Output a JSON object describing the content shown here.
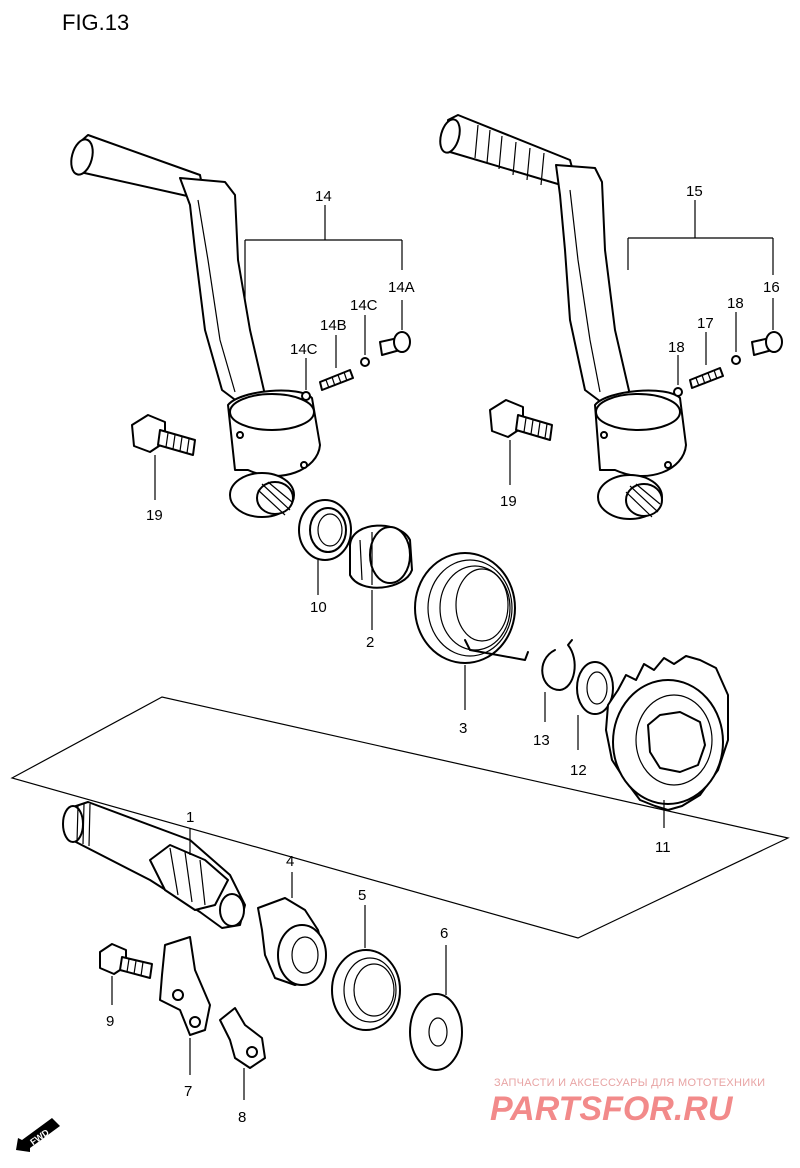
{
  "figure": {
    "title": "FIG.13"
  },
  "callouts": [
    {
      "id": "lbl-14",
      "text": "14"
    },
    {
      "id": "lbl-14A",
      "text": "14A"
    },
    {
      "id": "lbl-14B",
      "text": "14B"
    },
    {
      "id": "lbl-14C-right",
      "text": "14C"
    },
    {
      "id": "lbl-14C-left",
      "text": "14C"
    },
    {
      "id": "lbl-19-left",
      "text": "19"
    },
    {
      "id": "lbl-15",
      "text": "15"
    },
    {
      "id": "lbl-16",
      "text": "16"
    },
    {
      "id": "lbl-17",
      "text": "17"
    },
    {
      "id": "lbl-18-right",
      "text": "18"
    },
    {
      "id": "lbl-18-left",
      "text": "18"
    },
    {
      "id": "lbl-19-right",
      "text": "19"
    },
    {
      "id": "lbl-10",
      "text": "10"
    },
    {
      "id": "lbl-2",
      "text": "2"
    },
    {
      "id": "lbl-3",
      "text": "3"
    },
    {
      "id": "lbl-13",
      "text": "13"
    },
    {
      "id": "lbl-12",
      "text": "12"
    },
    {
      "id": "lbl-11",
      "text": "11"
    },
    {
      "id": "lbl-1",
      "text": "1"
    },
    {
      "id": "lbl-4",
      "text": "4"
    },
    {
      "id": "lbl-5",
      "text": "5"
    },
    {
      "id": "lbl-6",
      "text": "6"
    },
    {
      "id": "lbl-9",
      "text": "9"
    },
    {
      "id": "lbl-7",
      "text": "7"
    },
    {
      "id": "lbl-8",
      "text": "8"
    }
  ],
  "watermark": {
    "tagline": "ЗАПЧАСТИ И АКСЕССУАРЫ ДЛЯ МОТОТЕХНИКИ",
    "brand": "PARTSFOR.RU"
  },
  "direction_badge": {
    "text": "FWD"
  }
}
